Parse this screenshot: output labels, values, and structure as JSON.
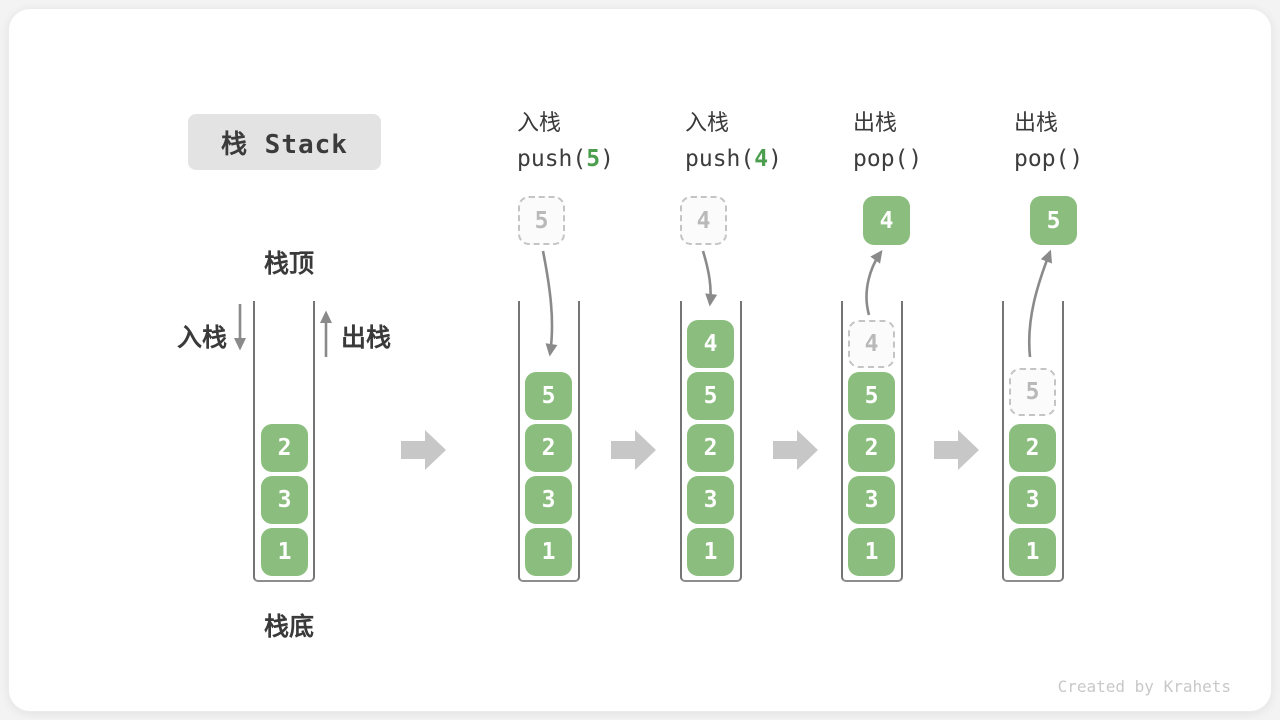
{
  "title": "栈 Stack",
  "diagram_labels": {
    "stack_top": "栈顶",
    "stack_bottom": "栈底",
    "push_side": "入栈",
    "pop_side": "出栈"
  },
  "operations": [
    {
      "label": "入栈",
      "fn": "push(",
      "arg": "5",
      "close": ")"
    },
    {
      "label": "入栈",
      "fn": "push(",
      "arg": "4",
      "close": ")"
    },
    {
      "label": "出栈",
      "fn": "pop(",
      "arg": "",
      "close": ")"
    },
    {
      "label": "出栈",
      "fn": "pop(",
      "arg": "",
      "close": ")"
    }
  ],
  "stacks": [
    {
      "items": [
        "2",
        "3",
        "1"
      ]
    },
    {
      "incoming": "5",
      "items": [
        "5",
        "2",
        "3",
        "1"
      ]
    },
    {
      "incoming": "4",
      "items": [
        "4",
        "5",
        "2",
        "3",
        "1"
      ]
    },
    {
      "outgoing": "4",
      "ghost": "4",
      "items": [
        "5",
        "2",
        "3",
        "1"
      ]
    },
    {
      "outgoing": "5",
      "ghost": "5",
      "items": [
        "2",
        "3",
        "1"
      ]
    }
  ],
  "watermark": "Created by Krahets",
  "colors": {
    "box_green": "#8bbe7e",
    "code_arg_green": "#4a9e4d",
    "flow_arrow_gray": "#8a8a8a",
    "block_arrow_gray": "#c7c7c7",
    "title_background": "#e3e3e3",
    "text_dark": "#3a3a3a"
  }
}
